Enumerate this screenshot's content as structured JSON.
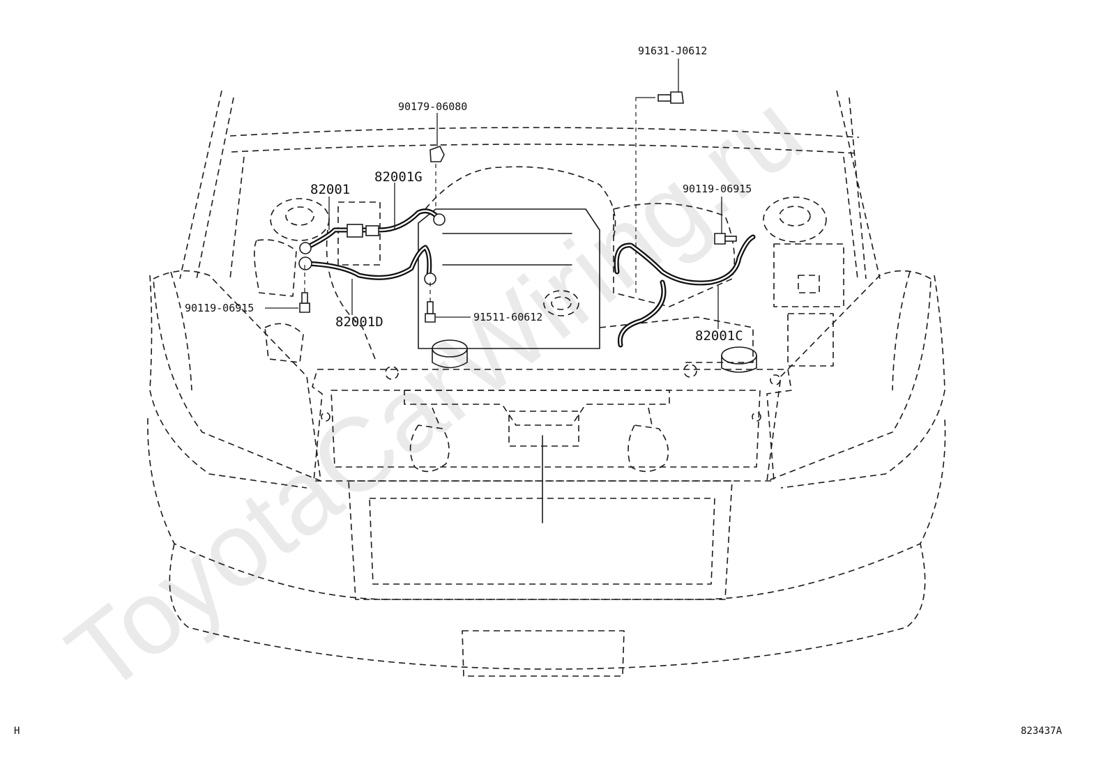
{
  "watermark": "ToyotaCarWiring.ru",
  "part_labels": {
    "top_bolt": "91631-J0612",
    "clip": "90179-06080",
    "cable_g": "82001G",
    "cable_main": "82001",
    "bolt_right": "90119-06915",
    "bolt_left": "90119-06915",
    "cable_d": "82001D",
    "bolt_center": "91511-60612",
    "cable_c": "82001C"
  },
  "corner_left": "H",
  "diagram_code": "823437A"
}
